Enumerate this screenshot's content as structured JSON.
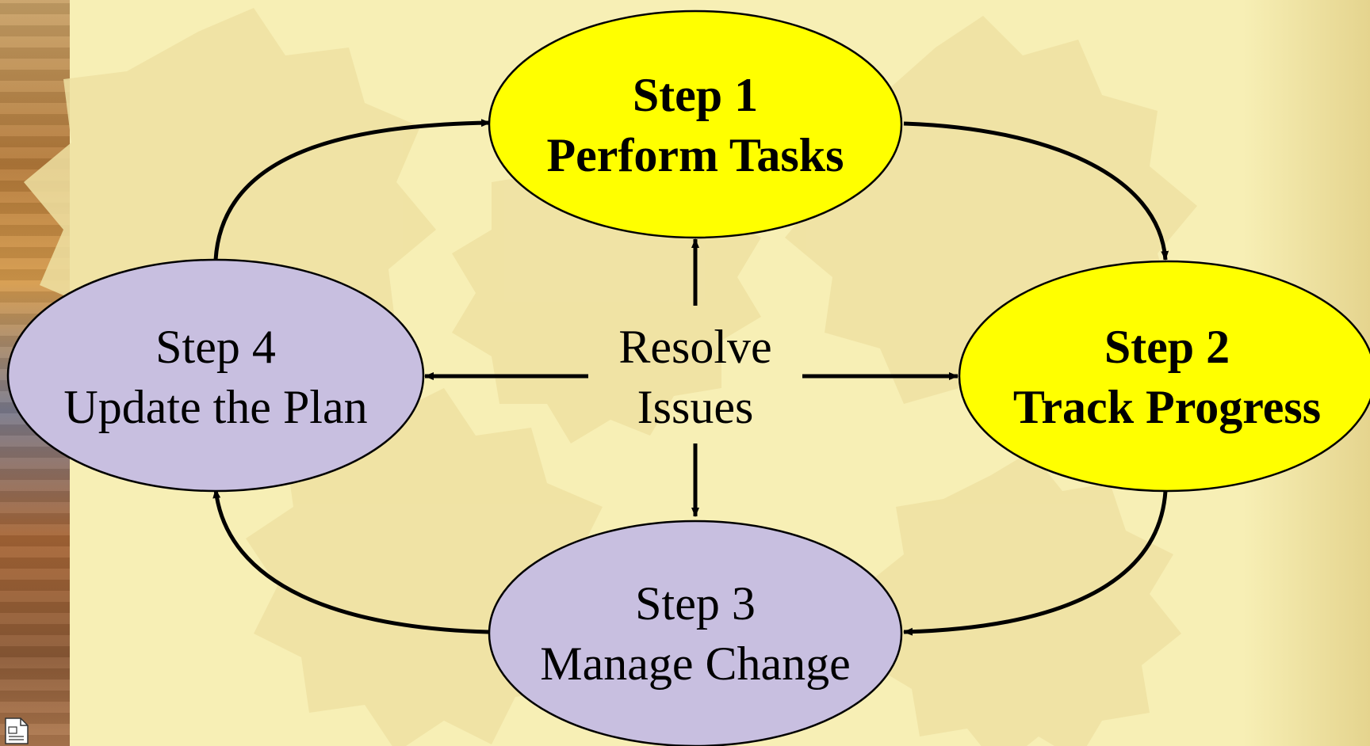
{
  "diagram": {
    "center": {
      "line1": "Resolve",
      "line2": "Issues"
    },
    "steps": [
      {
        "id": "step1",
        "line1": "Step 1",
        "line2": "Perform Tasks",
        "fill": "#ffff00",
        "bold": true
      },
      {
        "id": "step2",
        "line1": "Step 2",
        "line2": "Track Progress",
        "fill": "#ffff00",
        "bold": true
      },
      {
        "id": "step3",
        "line1": "Step 3",
        "line2": "Manage Change",
        "fill": "#c8bfe0",
        "bold": false
      },
      {
        "id": "step4",
        "line1": "Step 4",
        "line2": "Update the Plan",
        "fill": "#c8bfe0",
        "bold": false
      }
    ]
  },
  "icons": {
    "corner": "document-icon"
  },
  "colors": {
    "background": "#f7efb5",
    "gear": "#efe1a2",
    "stroke": "#000000"
  }
}
